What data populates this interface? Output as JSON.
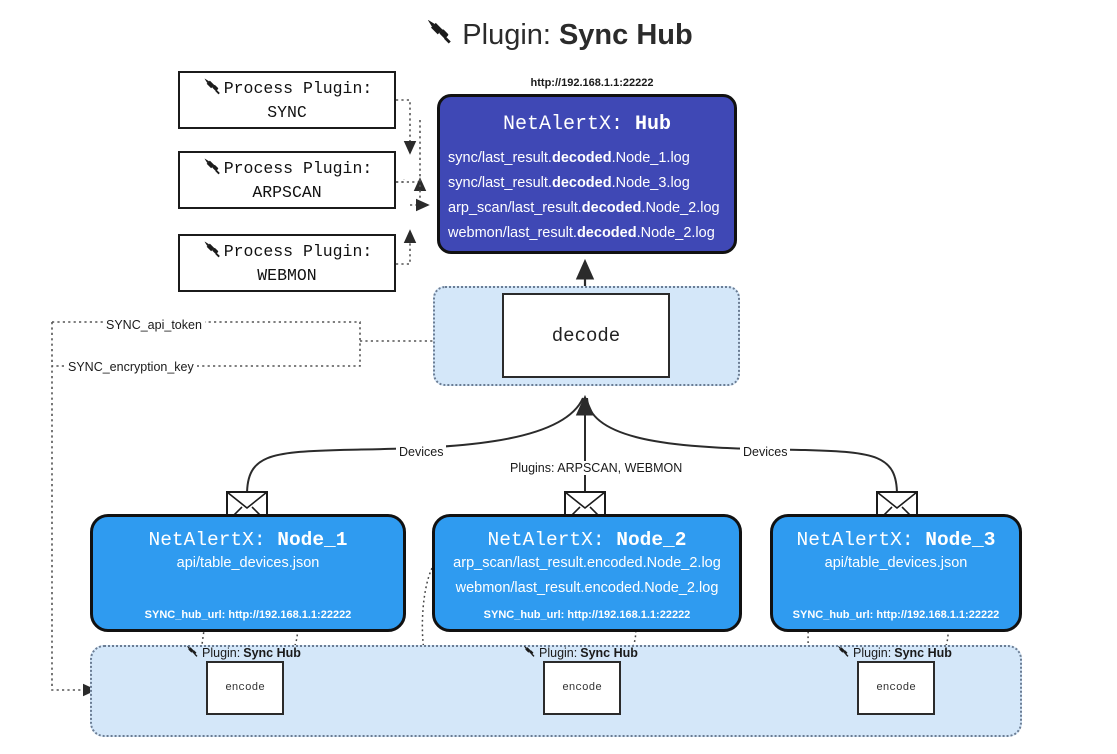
{
  "title": {
    "icon": "plug-icon",
    "prefix": "Plugin:",
    "name": "Sync Hub"
  },
  "process_plugins": [
    {
      "icon": "plug-icon",
      "line1": "Process Plugin:",
      "line2": "SYNC"
    },
    {
      "icon": "plug-icon",
      "line1": "Process Plugin:",
      "line2": "ARPSCAN"
    },
    {
      "icon": "plug-icon",
      "line1": "Process Plugin:",
      "line2": "WEBMON"
    }
  ],
  "hub": {
    "url": "http://192.168.1.1:22222",
    "title_prefix": "NetAlertX:",
    "title_name": "Hub",
    "logs": [
      {
        "pre": "sync/last_result.",
        "mid": "decoded",
        "post": ".Node_1.log"
      },
      {
        "pre": "sync/last_result.",
        "mid": "decoded",
        "post": ".Node_3.log"
      },
      {
        "pre": "arp_scan/last_result.",
        "mid": "decoded",
        "post": ".Node_2.log"
      },
      {
        "pre": "webmon/last_result.",
        "mid": "decoded",
        "post": ".Node_2.log"
      }
    ]
  },
  "decode": {
    "label": "decode"
  },
  "secrets": [
    {
      "label": "SYNC_api_token"
    },
    {
      "label": "SYNC_encryption_key"
    }
  ],
  "edge_labels": {
    "devices_left": "Devices",
    "devices_right": "Devices",
    "plugins": "Plugins: ARPSCAN, WEBMON"
  },
  "nodes": [
    {
      "title_prefix": "NetAlertX:",
      "title_name": "Node_1",
      "lines": [
        "api/table_devices.json"
      ],
      "footer": "SYNC_hub_url: http://192.168.1.1:22222",
      "mail_icon": "envelope-icon"
    },
    {
      "title_prefix": "NetAlertX:",
      "title_name": "Node_2",
      "lines": [
        "arp_scan/last_result.encoded.Node_2.log",
        "webmon/last_result.encoded.Node_2.log"
      ],
      "footer": "SYNC_hub_url: http://192.168.1.1:22222",
      "mail_icon": "envelope-icon"
    },
    {
      "title_prefix": "NetAlertX:",
      "title_name": "Node_3",
      "lines": [
        "api/table_devices.json"
      ],
      "footer": "SYNC_hub_url: http://192.168.1.1:22222",
      "mail_icon": "envelope-icon"
    }
  ],
  "encoders": [
    {
      "label": "encode",
      "plugin_prefix": "Plugin:",
      "plugin_name": "Sync Hub",
      "icon": "plug-icon"
    },
    {
      "label": "encode",
      "plugin_prefix": "Plugin:",
      "plugin_name": "Sync Hub",
      "icon": "plug-icon"
    },
    {
      "label": "encode",
      "plugin_prefix": "Plugin:",
      "plugin_name": "Sync Hub",
      "icon": "plug-icon"
    }
  ],
  "colors": {
    "hub_fill": "#3f48b5",
    "node_fill": "#2f9bf0",
    "group_fill": "#d4e7f9",
    "stroke": "#111111",
    "dotted_stroke": "#6b7d94"
  }
}
